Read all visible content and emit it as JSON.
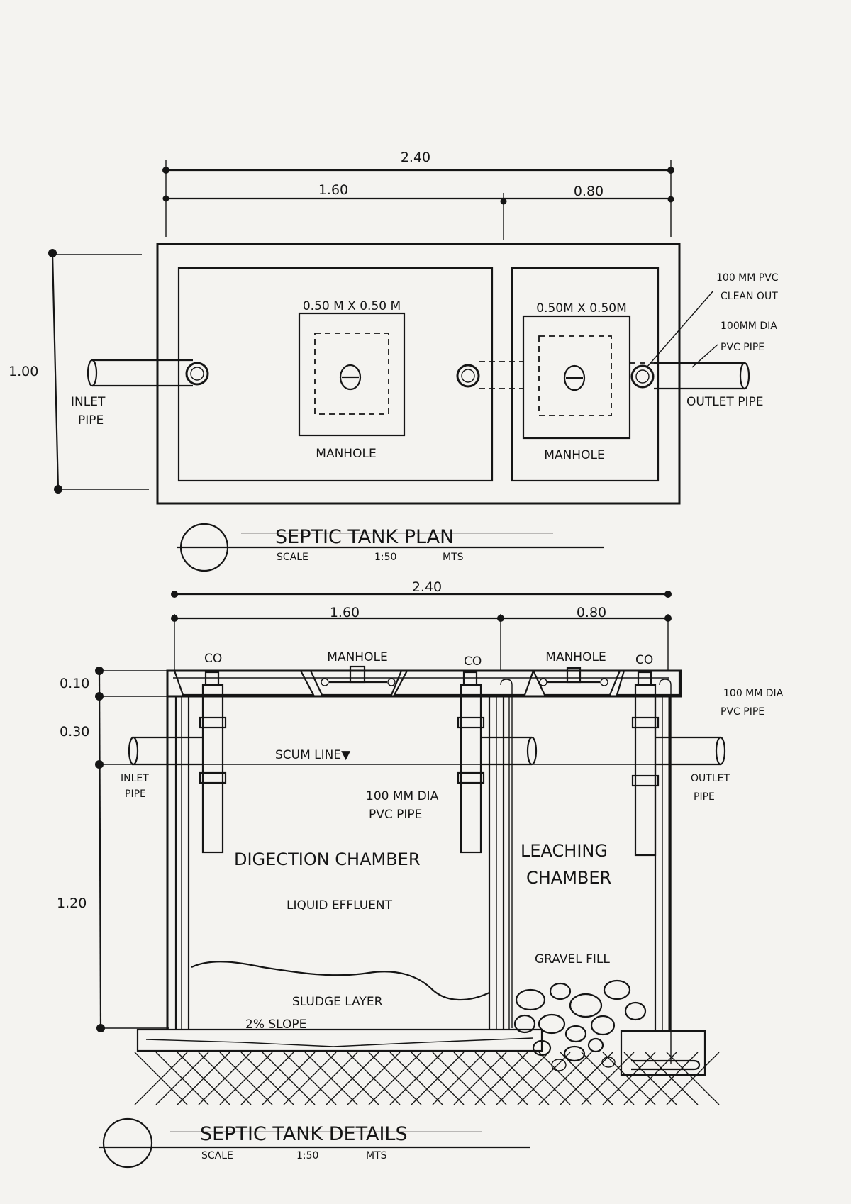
{
  "plan": {
    "dims": {
      "overall": "2.40",
      "left": "1.60",
      "right": "0.80",
      "height": "1.00"
    },
    "manhole_size_left": "0.50 M X 0.50 M",
    "manhole_size_right": "0.50M X 0.50M",
    "manhole_left": "MANHOLE",
    "manhole_right": "MANHOLE",
    "inlet_1": "INLET",
    "inlet_2": "PIPE",
    "outlet": "OUTLET PIPE",
    "cleanout_1": "100 MM PVC",
    "cleanout_2": "CLEAN OUT",
    "pvc_1": "100MM DIA",
    "pvc_2": "PVC PIPE",
    "title": "SEPTIC TANK PLAN",
    "scale_label": "SCALE",
    "scale_value": "1:50",
    "scale_unit": "MTS"
  },
  "detail": {
    "dims": {
      "overall": "2.40",
      "left": "1.60",
      "right": "0.80",
      "d1": "0.10",
      "d2": "0.30",
      "d3": "1.20"
    },
    "co_1": "CO",
    "co_2": "CO",
    "co_3": "CO",
    "manhole_1": "MANHOLE",
    "manhole_2": "MANHOLE",
    "pvc_right_1": "100 MM DIA",
    "pvc_right_2": "PVC PIPE",
    "scum_line": "SCUM LINE▼",
    "inlet_1": "INLET",
    "inlet_2": "PIPE",
    "outlet_1": "OUTLET",
    "outlet_2": "PIPE",
    "pvc_mid_1": "100 MM DIA",
    "pvc_mid_2": "PVC PIPE",
    "digestion": "DIGECTION CHAMBER",
    "leaching_1": "LEACHING",
    "leaching_2": "CHAMBER",
    "liquid": "LIQUID EFFLUENT",
    "gravel": "GRAVEL FILL",
    "sludge": "SLUDGE LAYER",
    "slope": "2% SLOPE",
    "title": "SEPTIC TANK DETAILS",
    "scale_label": "SCALE",
    "scale_value": "1:50",
    "scale_unit": "MTS"
  }
}
